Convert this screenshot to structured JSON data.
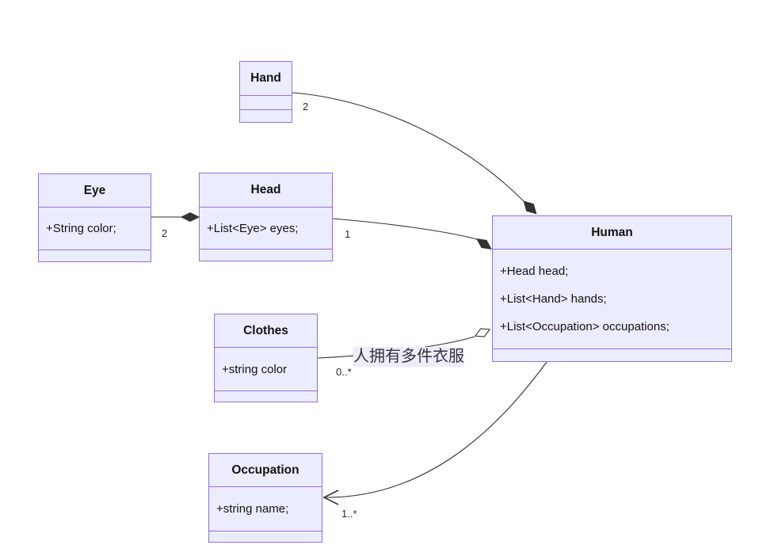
{
  "classes": {
    "hand": {
      "title": "Hand",
      "attributes": []
    },
    "eye": {
      "title": "Eye",
      "attributes": [
        "+String color;"
      ]
    },
    "head": {
      "title": "Head",
      "attributes": [
        "+List<Eye> eyes;"
      ]
    },
    "human": {
      "title": "Human",
      "attributes": [
        "+Head head;",
        "+List<Hand> hands;",
        "+List<Occupation> occupations;"
      ]
    },
    "clothes": {
      "title": "Clothes",
      "attributes": [
        "+string color"
      ]
    },
    "occupation": {
      "title": "Occupation",
      "attributes": [
        "+string name;"
      ]
    }
  },
  "relationships": {
    "hand_human": {
      "source": "Hand",
      "target": "Human",
      "kind": "composition",
      "target_marker": "filled-diamond",
      "multiplicity": "2"
    },
    "eye_head": {
      "source": "Eye",
      "target": "Head",
      "kind": "composition",
      "target_marker": "filled-diamond",
      "multiplicity": "2"
    },
    "head_human": {
      "source": "Head",
      "target": "Human",
      "kind": "composition",
      "target_marker": "filled-diamond",
      "multiplicity": "1"
    },
    "clothes_human": {
      "source": "Clothes",
      "target": "Human",
      "kind": "aggregation",
      "target_marker": "hollow-diamond",
      "multiplicity": "0..*",
      "label": "人拥有多件衣服"
    },
    "human_occupation": {
      "source": "Human",
      "target": "Occupation",
      "kind": "association",
      "target_marker": "open-arrow",
      "multiplicity": "1..*"
    }
  },
  "colors": {
    "class_fill": "#ECECFF",
    "class_border": "#9370DB",
    "relation_line": "#333333",
    "edge_label_bg": "#ECECFF",
    "text": "#131313"
  }
}
